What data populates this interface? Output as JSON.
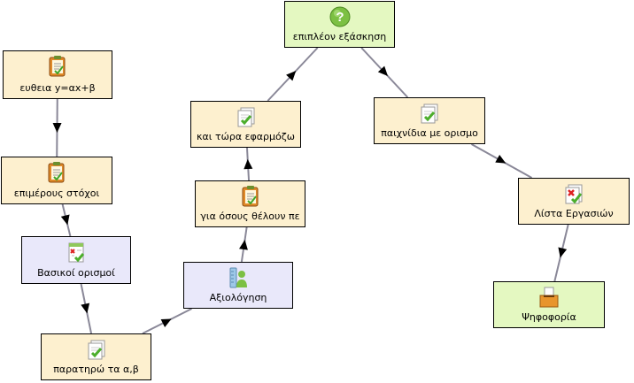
{
  "colors": {
    "activity_fill": "#fdf0cf",
    "assessment_fill": "#e9e8fa",
    "special_fill": "#e4f8c1",
    "edge": "#8a8898",
    "arrow": "#000000"
  },
  "nodes": [
    {
      "id": "n1",
      "label": "ευθεια y=αx+β",
      "icon": "notepad-icon",
      "kind": "activity"
    },
    {
      "id": "n2",
      "label": "επιμέρους στόχοι",
      "icon": "notepad-icon",
      "kind": "activity"
    },
    {
      "id": "n3",
      "label": "Βασικοί ορισμοί",
      "icon": "quiz-icon",
      "kind": "assessment"
    },
    {
      "id": "n4",
      "label": "παρατηρώ τα α,β",
      "icon": "checked-page-icon",
      "kind": "activity"
    },
    {
      "id": "n5",
      "label": "Αξιολόγηση",
      "icon": "assessment-icon",
      "kind": "assessment"
    },
    {
      "id": "n6",
      "label": "για όσους θέλουν πε",
      "icon": "notepad-icon",
      "kind": "activity"
    },
    {
      "id": "n7",
      "label": "και τώρα εφαρμόζω",
      "icon": "checked-page-icon",
      "kind": "activity"
    },
    {
      "id": "n8",
      "label": "επιπλέον εξάσκηση",
      "icon": "question-icon",
      "kind": "special"
    },
    {
      "id": "n9",
      "label": "παιχνίδια με ορισμο",
      "icon": "checked-page-icon",
      "kind": "activity"
    },
    {
      "id": "n10",
      "label": "Λίστα Εργασιών",
      "icon": "task-list-icon",
      "kind": "activity"
    },
    {
      "id": "n11",
      "label": "Ψηφοφορία",
      "icon": "ballot-box-icon",
      "kind": "special"
    }
  ],
  "edges": [
    [
      "n1",
      "n2"
    ],
    [
      "n2",
      "n3"
    ],
    [
      "n3",
      "n4"
    ],
    [
      "n4",
      "n5"
    ],
    [
      "n5",
      "n6"
    ],
    [
      "n6",
      "n7"
    ],
    [
      "n7",
      "n8"
    ],
    [
      "n8",
      "n9"
    ],
    [
      "n9",
      "n10"
    ],
    [
      "n10",
      "n11"
    ]
  ]
}
